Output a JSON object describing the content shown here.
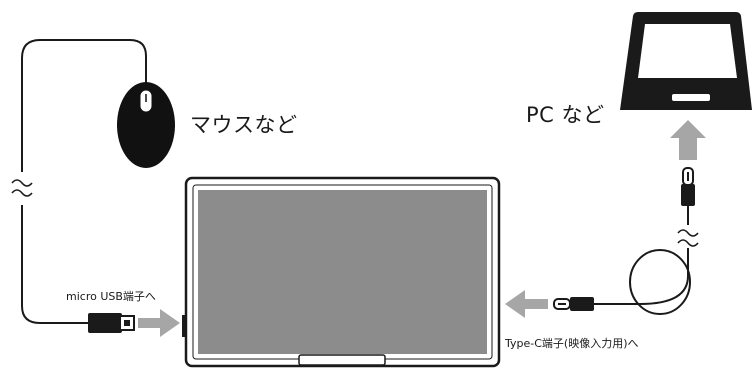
{
  "labels": {
    "mouse": "マウスなど",
    "pc": "PC など",
    "micro_usb": "micro USB端子へ",
    "type_c": "Type-C端子(映像入力用)へ"
  },
  "colors": {
    "ink": "#1a1a1a",
    "arrow": "#a6a6a6",
    "screen": "#8c8c8c",
    "bezel": "#ffffff"
  },
  "icons": [
    "mouse-icon",
    "laptop-icon",
    "monitor-icon",
    "usb-plug-icon",
    "type-c-plug-icon",
    "cable-break-icon"
  ]
}
